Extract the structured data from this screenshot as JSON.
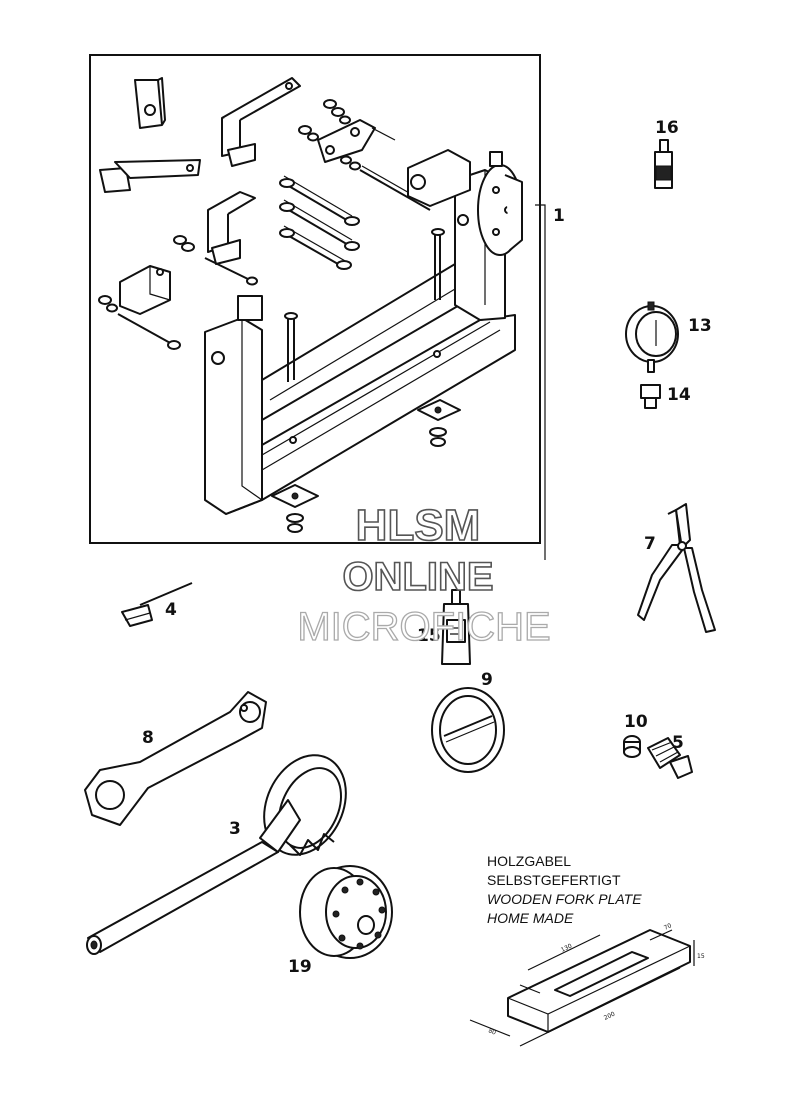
{
  "callouts": {
    "c1": "1",
    "c3": "3",
    "c4": "4",
    "c5": "5",
    "c7": "7",
    "c8": "8",
    "c9": "9",
    "c10": "10",
    "c13": "13",
    "c14": "14",
    "c15": "15",
    "c16": "16",
    "c19": "19"
  },
  "note": {
    "line1": "HOLZGABEL",
    "line2": "SELBSTGEFERTIGT",
    "line3": "WOODEN FORK PLATE",
    "line4": "HOME MADE"
  },
  "dimensions": {
    "d70": "70",
    "d130": "130",
    "d15": "15",
    "d80": "80",
    "d200": "200"
  },
  "watermark": {
    "line1": "HLSM",
    "line2": "ONLINE",
    "line3": "MICROFICHE"
  }
}
